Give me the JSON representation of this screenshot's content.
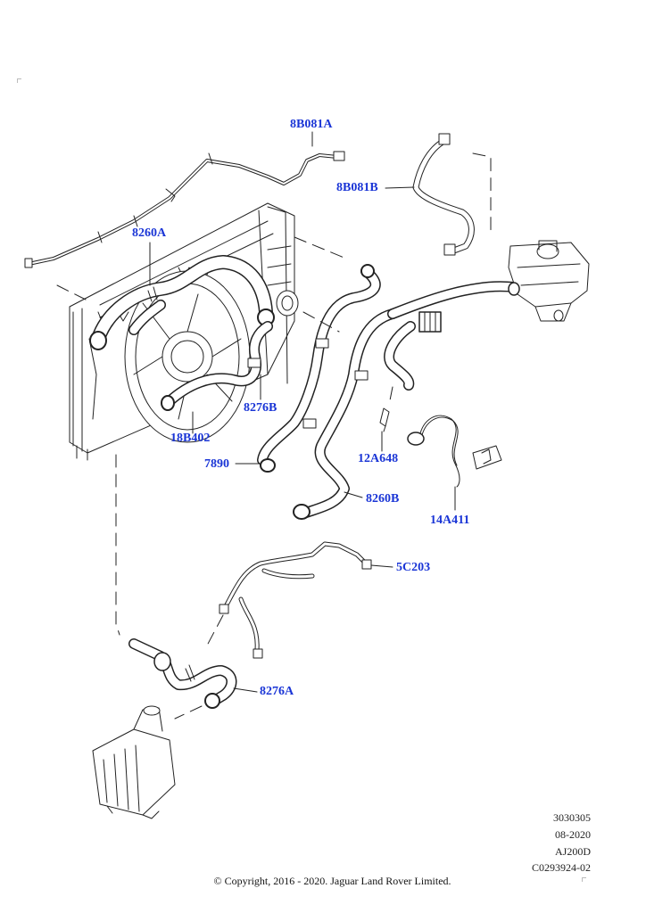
{
  "diagram": {
    "labels": [
      {
        "id": "8B081A",
        "text": "8B081A"
      },
      {
        "id": "8B081B",
        "text": "8B081B"
      },
      {
        "id": "8260A",
        "text": "8260A"
      },
      {
        "id": "8276B",
        "text": "8276B"
      },
      {
        "id": "18B402",
        "text": "18B402"
      },
      {
        "id": "7890",
        "text": "7890"
      },
      {
        "id": "12A648",
        "text": "12A648"
      },
      {
        "id": "8260B",
        "text": "8260B"
      },
      {
        "id": "14A411",
        "text": "14A411"
      },
      {
        "id": "5C203",
        "text": "5C203"
      },
      {
        "id": "8276A",
        "text": "8276A"
      }
    ],
    "label_color": "#1a35d6"
  },
  "reference": {
    "lines": [
      "3030305",
      "08-2020",
      "AJ200D",
      "C0293924-02"
    ]
  },
  "footer": {
    "copyright": "© Copyright, 2016 - 2020. Jaguar Land Rover Limited."
  }
}
